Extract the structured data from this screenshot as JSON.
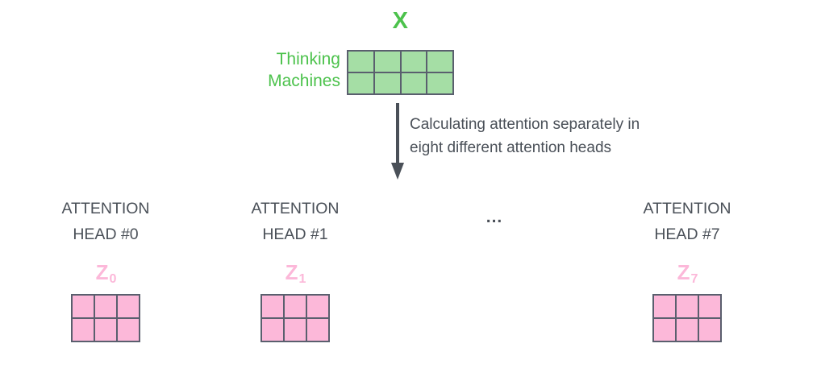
{
  "diagram": {
    "title": "X",
    "input": {
      "words": [
        "Thinking",
        "Machines"
      ],
      "matrix_label": "X",
      "rows": 2,
      "cols": 4,
      "color": "#a5dea5"
    },
    "caption": {
      "line1": "Calculating attention separately in",
      "line2": "eight different attention heads"
    },
    "ellipsis": "...",
    "heads": [
      {
        "line1": "ATTENTION",
        "line2": "HEAD #0",
        "output_label": "Z",
        "output_subscript": "0",
        "rows": 2,
        "cols": 3,
        "color": "#fcb8d9"
      },
      {
        "line1": "ATTENTION",
        "line2": "HEAD #1",
        "output_label": "Z",
        "output_subscript": "1",
        "rows": 2,
        "cols": 3,
        "color": "#fcb8d9"
      },
      {
        "line1": "ATTENTION",
        "line2": "HEAD #7",
        "output_label": "Z",
        "output_subscript": "7",
        "rows": 2,
        "cols": 3,
        "color": "#fcb8d9"
      }
    ],
    "colors": {
      "green_accent": "#4cc24c",
      "green_cell": "#a5dea5",
      "pink_accent": "#fcb8d9",
      "pink_cell": "#fcb8d9",
      "text_dark": "#4a5058",
      "border": "#5a5f6e"
    }
  }
}
